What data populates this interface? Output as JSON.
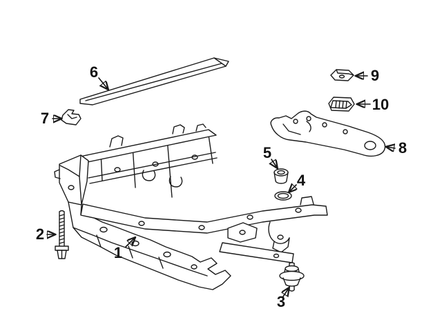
{
  "diagram": {
    "background_color": "#ffffff",
    "line_color": "#1a1a1a",
    "label_color": "#111111",
    "callouts": [
      {
        "label": "1"
      },
      {
        "label": "2"
      },
      {
        "label": "3"
      },
      {
        "label": "4"
      },
      {
        "label": "5"
      },
      {
        "label": "6"
      },
      {
        "label": "7"
      },
      {
        "label": "8"
      },
      {
        "label": "9"
      },
      {
        "label": "10"
      }
    ]
  }
}
